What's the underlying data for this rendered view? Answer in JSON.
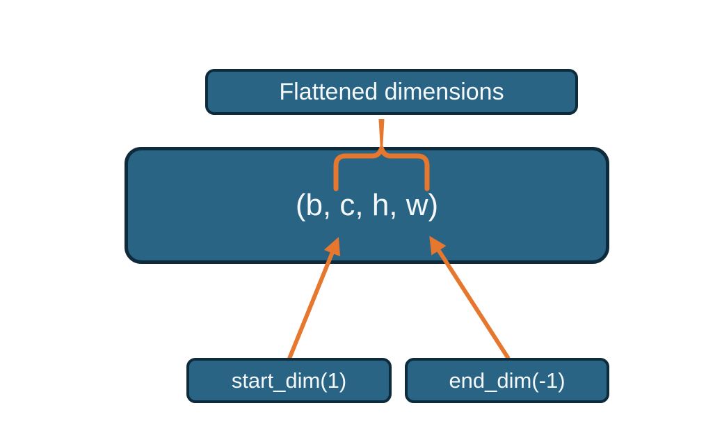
{
  "diagram": {
    "title_box": {
      "label": "Flattened dimensions"
    },
    "tuple_box": {
      "label": "(b, c, h, w)"
    },
    "start_dim_box": {
      "label": "start_dim(1)"
    },
    "end_dim_box": {
      "label": "end_dim(-1)"
    },
    "colors": {
      "box_fill": "#2a6484",
      "box_border": "#0d2b3b",
      "accent_orange": "#e6772f",
      "text": "#f5f8fa",
      "background": "#ffffff"
    }
  }
}
